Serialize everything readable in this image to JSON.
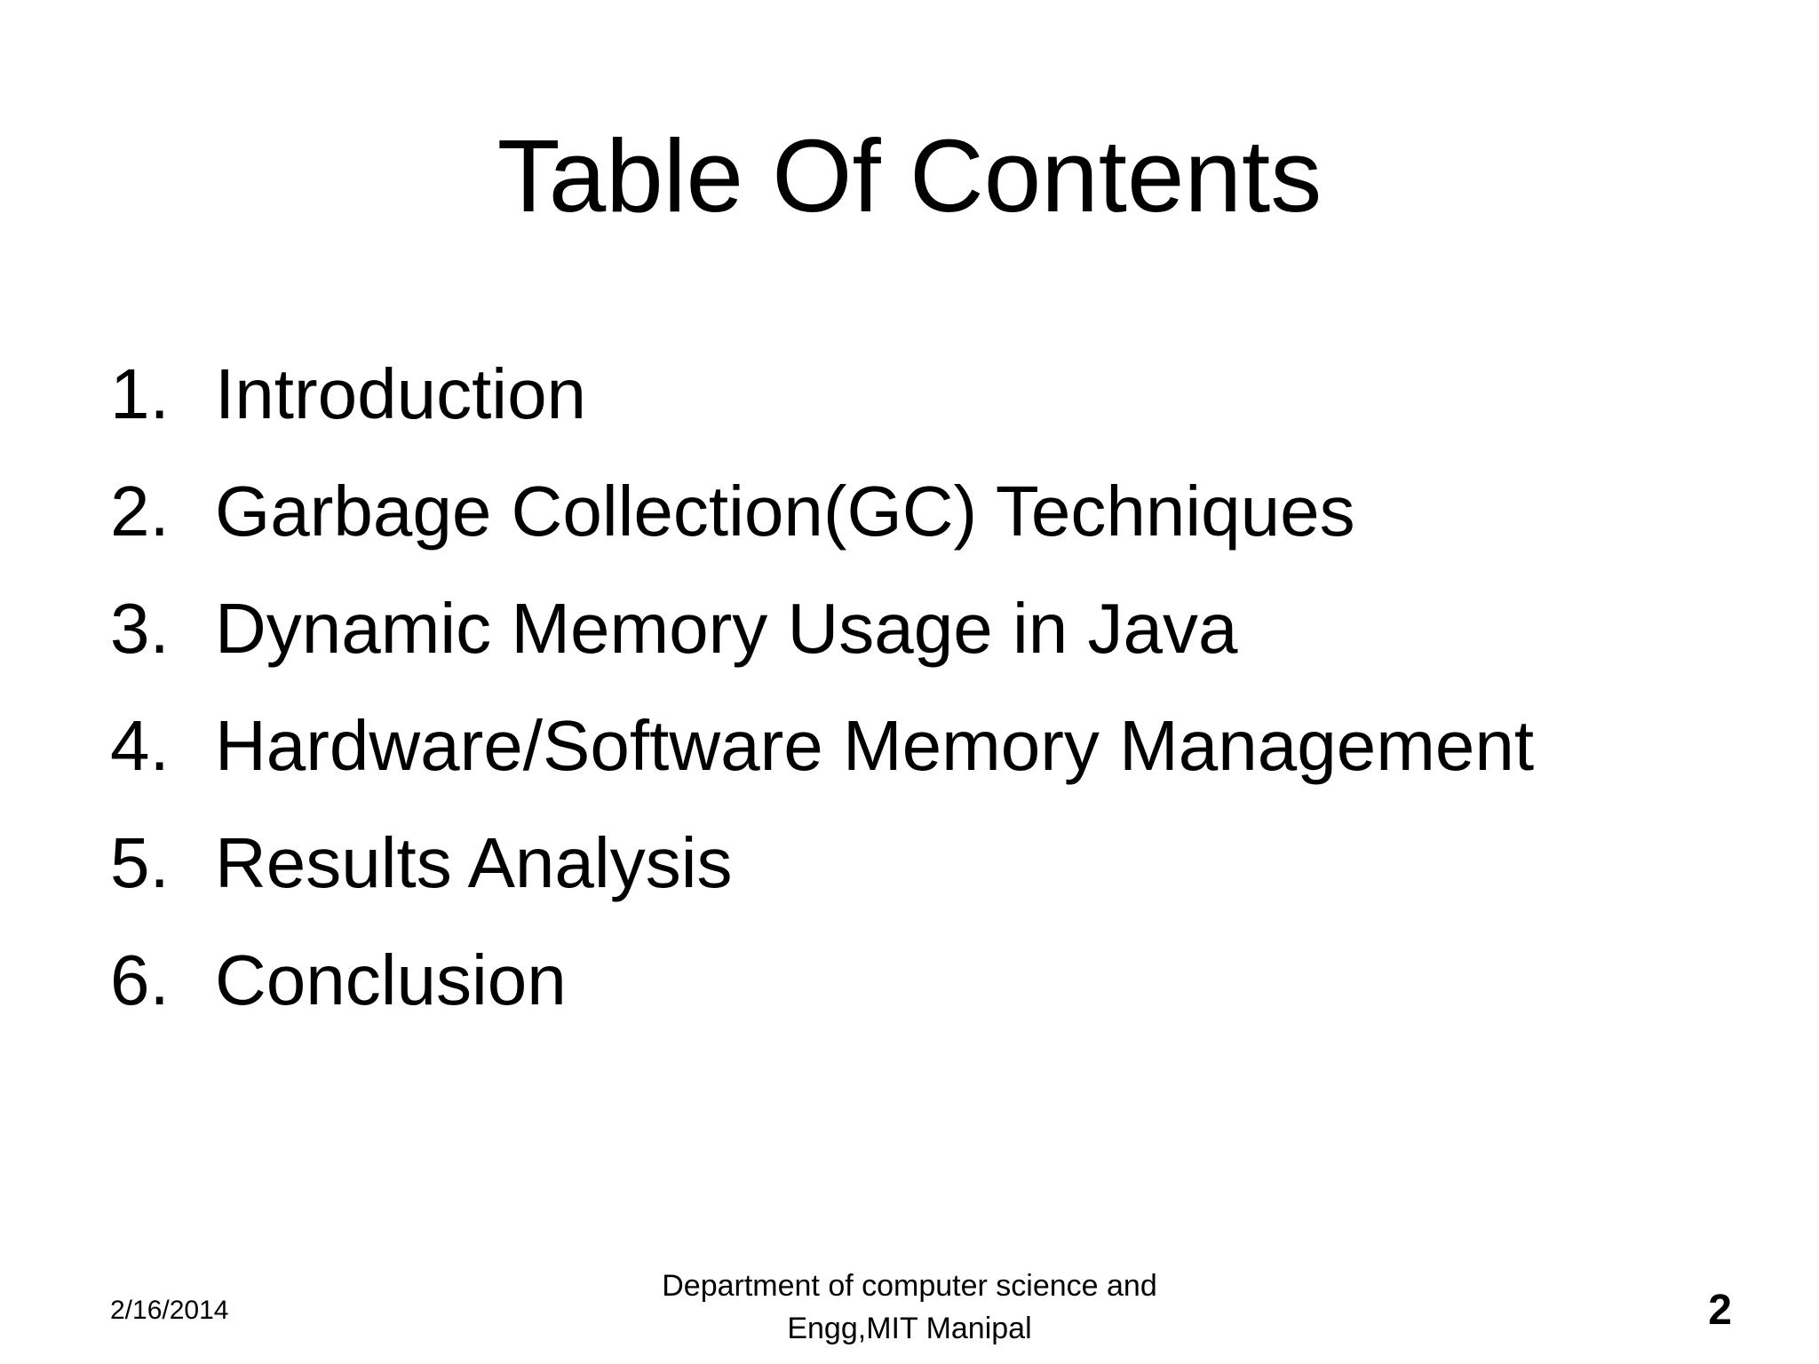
{
  "slide": {
    "title": "Table Of Contents",
    "items": [
      {
        "number": "1.",
        "text": "Introduction"
      },
      {
        "number": "2.",
        "text": "Garbage Collection(GC) Techniques"
      },
      {
        "number": "3.",
        "text": "Dynamic Memory Usage in Java"
      },
      {
        "number": "4.",
        "text": "Hardware/Software Memory Management"
      },
      {
        "number": "5.",
        "text": "Results Analysis"
      },
      {
        "number": "6.",
        "text": "Conclusion"
      }
    ],
    "footer": {
      "date": "2/16/2014",
      "department_line1": "Department of computer science and",
      "department_line2": "Engg,MIT Manipal",
      "page_number": "2"
    }
  }
}
